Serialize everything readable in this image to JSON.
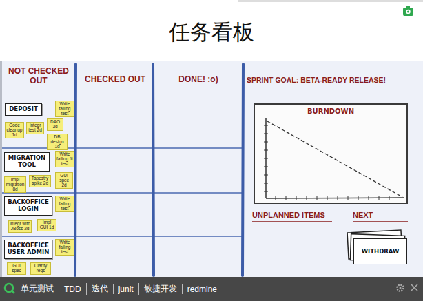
{
  "diagram": {
    "title": "任务看板",
    "nodes": [
      {
        "text": [
          "DEPOSIT"
        ]
      },
      {
        "text": [
          "Write failing test"
        ]
      },
      {
        "text": [
          "Code cleanup 1d"
        ]
      },
      {
        "text": [
          "Integr test 2d"
        ]
      },
      {
        "text": [
          "DAO 3d"
        ]
      },
      {
        "text": [
          "DB design 1d"
        ]
      },
      {
        "text": [
          "MIGRATION TOOL"
        ]
      },
      {
        "text": [
          "Write failing fit test"
        ]
      },
      {
        "text": [
          "Impl migration 8d"
        ]
      },
      {
        "text": [
          "Tapestry spike 2d"
        ]
      },
      {
        "text": [
          "GUI spec 2d"
        ]
      },
      {
        "text": [
          "BACKOFFICE LOGIN"
        ]
      },
      {
        "text": [
          "Write failing test"
        ]
      },
      {
        "text": [
          "Integr with JBoss 2d"
        ]
      },
      {
        "text": [
          "Impl GUI 1d"
        ]
      },
      {
        "text": [
          "BACKOFFICE USER ADMIN"
        ]
      },
      {
        "text": [
          "Write failing test"
        ]
      },
      {
        "text": [
          "GUI spec"
        ]
      },
      {
        "text": [
          "Clarify reqs"
        ]
      },
      {
        "text": [
          "BURNDOWN"
        ]
      },
      {
        "text": [
          "WITHDRAW"
        ]
      }
    ],
    "labels": [
      "NOT CHECKED OUT",
      "CHECKED OUT",
      "DONE! :o)",
      "SPRINT GOAL: BETA-READY RELEASE!",
      "UNPLANNED ITEMS",
      "NEXT",
      "单元测试",
      "TDD",
      "迭代",
      "junit",
      "敏捷开发",
      "redmine"
    ]
  }
}
